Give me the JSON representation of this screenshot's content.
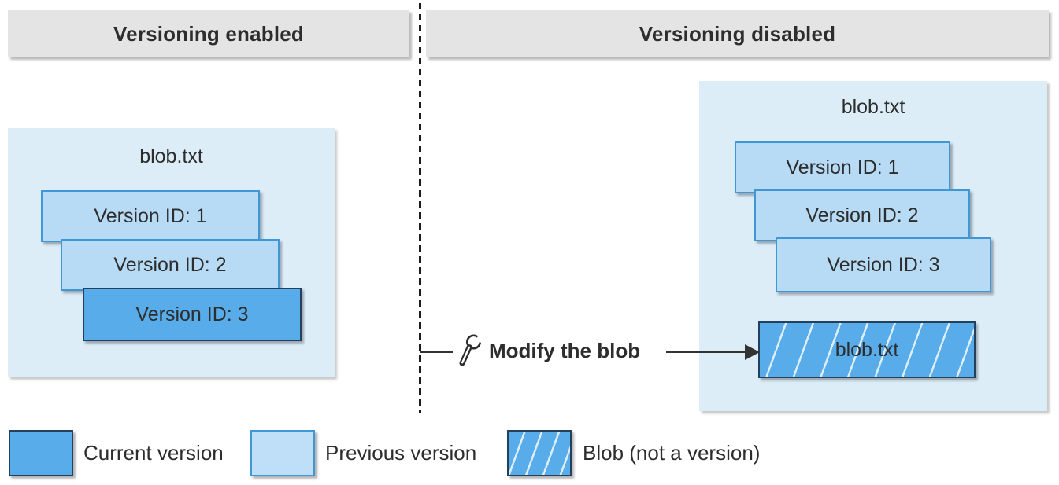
{
  "diagram": {
    "left_panel": {
      "header": "Versioning enabled",
      "blob_title": "blob.txt",
      "versions": [
        {
          "label": "Version ID: 1",
          "state": "previous"
        },
        {
          "label": "Version ID: 2",
          "state": "previous"
        },
        {
          "label": "Version ID: 3",
          "state": "current"
        }
      ]
    },
    "right_panel": {
      "header": "Versioning disabled",
      "blob_title": "blob.txt",
      "versions": [
        {
          "label": "Version ID: 1",
          "state": "previous"
        },
        {
          "label": "Version ID: 2",
          "state": "previous"
        },
        {
          "label": "Version ID: 3",
          "state": "previous"
        }
      ],
      "blob_box_label": "blob.txt"
    },
    "annotation": {
      "icon": "wrench-icon",
      "label": "Modify the blob"
    },
    "legend": [
      {
        "swatch": "current-version-swatch",
        "label": "Current version"
      },
      {
        "swatch": "previous-version-swatch",
        "label": "Previous version"
      },
      {
        "swatch": "blob-not-a-version-swatch",
        "label": "Blob (not a version)"
      }
    ],
    "colors": {
      "current_version_fill": "#57ace9",
      "previous_version_fill": "#b7dbf5",
      "container_fill": "#dcedf8",
      "header_fill": "#e4e4e4",
      "previous_version_border": "#3f97d6",
      "current_version_border": "#24405c",
      "text": "#2d2d2d"
    }
  }
}
